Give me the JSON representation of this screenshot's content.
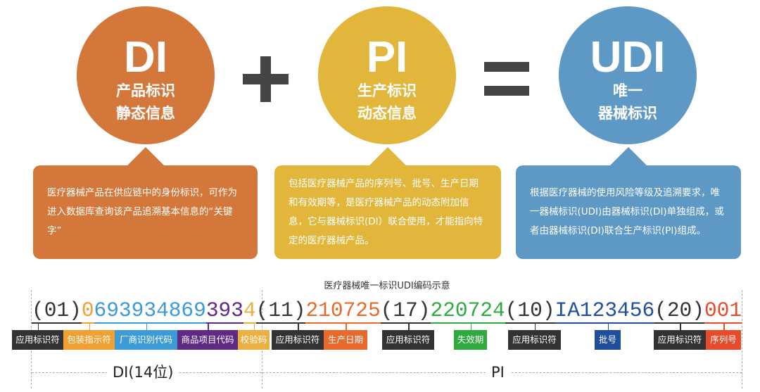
{
  "colors": {
    "di": "#D4773A",
    "pi": "#E1B63B",
    "udi": "#5E98C5",
    "operator": "#454545"
  },
  "circles": [
    {
      "title": "DI",
      "lines": [
        "产品标识",
        "静态信息"
      ]
    },
    {
      "title": "PI",
      "lines": [
        "生产标识",
        "动态信息"
      ]
    },
    {
      "title": "UDI",
      "lines": [
        "唯一",
        "器械标识"
      ]
    }
  ],
  "operators": [
    "plus",
    "equals"
  ],
  "boxes": [
    "医疗器械产品在供应链中的身份标识，可作为进入数据库查询该产品追溯基本信息的“关键字”",
    "包括医疗器械产品的序列号、批号、生产日期和有效期等，是医疗器械产品的动态附加信息，它与器械标识(DI）联合使用，才能指向特定的医疗器械产品。",
    "根据医疗器械的使用风险等级及追溯要求，唯一器械标识(UDI)由器械标识(DI)单独组成，或者由器械标识(DI)联合生产标识(PI)组成。"
  ],
  "diagram_title": "医疗器械唯一标识UDI编码示意",
  "code_segments": [
    {
      "text": "(01)",
      "color": "#333333"
    },
    {
      "text": "0",
      "color": "#F0A030"
    },
    {
      "text": "693934869",
      "color": "#3C9AD6"
    },
    {
      "text": "393",
      "color": "#5E2A84"
    },
    {
      "text": "4",
      "color": "#EBB040"
    },
    {
      "text": "(11)",
      "color": "#333333"
    },
    {
      "text": "210725",
      "color": "#E8692A"
    },
    {
      "text": "(17)",
      "color": "#333333"
    },
    {
      "text": "220724",
      "color": "#2EAA3E"
    },
    {
      "text": "(10)",
      "color": "#333333"
    },
    {
      "text": "IA123456",
      "color": "#1E4E9C"
    },
    {
      "text": "(20)",
      "color": "#333333"
    },
    {
      "text": "001",
      "color": "#E84A2A"
    }
  ],
  "labels": [
    {
      "text": "应用标识符",
      "color": "#333333"
    },
    {
      "text": "包装指示符",
      "color": "#F0A030"
    },
    {
      "text": "厂商识别代码",
      "color": "#3C9AD6"
    },
    {
      "text": "商品项目代码",
      "color": "#5E2A84"
    },
    {
      "text": "校验码",
      "color": "#EBB040"
    },
    {
      "text": "应用标识符",
      "color": "#333333"
    },
    {
      "text": "生产日期",
      "color": "#E8692A"
    },
    {
      "text": "应用标识符",
      "color": "#333333"
    },
    {
      "text": "失效期",
      "color": "#2EAA3E"
    },
    {
      "text": "应用标识符",
      "color": "#333333"
    },
    {
      "text": "批号",
      "color": "#1E4E9C"
    },
    {
      "text": "应用标识符",
      "color": "#333333"
    },
    {
      "text": "序列号",
      "color": "#E84A2A"
    }
  ],
  "sections": {
    "di": "DI(14位)",
    "pi": "PI"
  }
}
